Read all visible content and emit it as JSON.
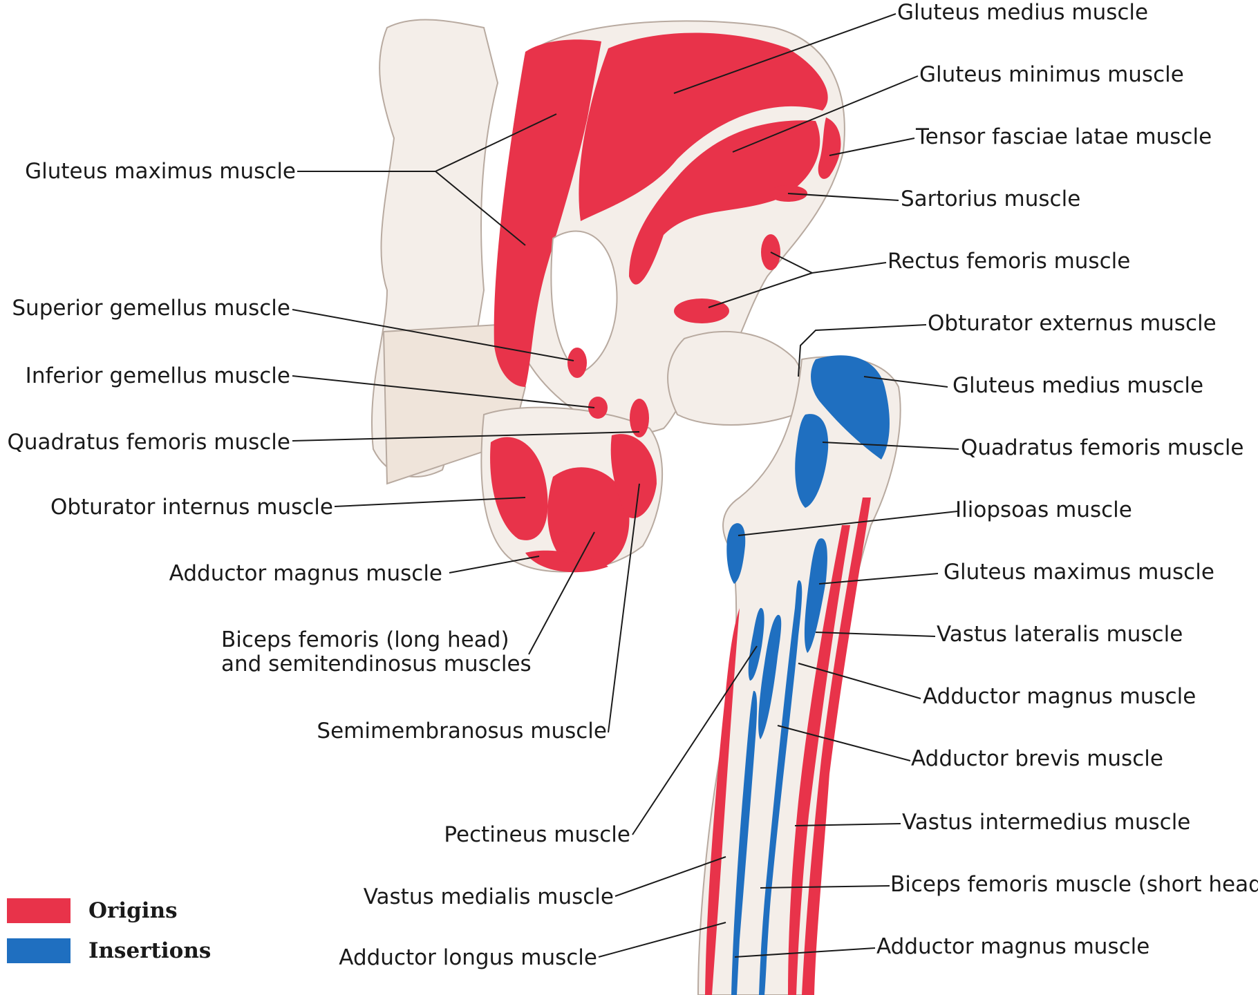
{
  "colors": {
    "origin": "#e8334a",
    "insertion": "#1f6fc0",
    "bone": "#f4eee9",
    "bone_edge": "#b8aaa0",
    "leader": "#1a1a1a"
  },
  "labels_left": [
    {
      "id": "gluteus-maximus",
      "text": "Gluteus maximus muscle"
    },
    {
      "id": "superior-gemellus",
      "text": "Superior gemellus muscle"
    },
    {
      "id": "inferior-gemellus",
      "text": "Inferior gemellus muscle"
    },
    {
      "id": "quadratus-femoris",
      "text": "Quadratus femoris muscle"
    },
    {
      "id": "obturator-internus",
      "text": "Obturator internus muscle"
    },
    {
      "id": "adductor-magnus",
      "text": "Adductor magnus muscle"
    },
    {
      "id": "biceps-semiten-1",
      "text": "Biceps femoris (long head)"
    },
    {
      "id": "biceps-semiten-2",
      "text": "and semitendinosus muscles"
    },
    {
      "id": "semimembranosus",
      "text": "Semimembranosus muscle"
    },
    {
      "id": "pectineus",
      "text": "Pectineus muscle"
    },
    {
      "id": "vastus-medialis",
      "text": "Vastus medialis muscle"
    },
    {
      "id": "adductor-longus",
      "text": "Adductor longus muscle"
    }
  ],
  "labels_right": [
    {
      "id": "gluteus-medius-origin",
      "text": "Gluteus medius muscle"
    },
    {
      "id": "gluteus-minimus",
      "text": "Gluteus minimus muscle"
    },
    {
      "id": "tensor-fasciae-latae",
      "text": "Tensor fasciae latae muscle"
    },
    {
      "id": "sartorius",
      "text": "Sartorius muscle"
    },
    {
      "id": "rectus-femoris",
      "text": "Rectus femoris muscle"
    },
    {
      "id": "obturator-externus",
      "text": "Obturator externus muscle"
    },
    {
      "id": "gluteus-medius-insertion",
      "text": "Gluteus medius muscle"
    },
    {
      "id": "quadratus-femoris-insertion",
      "text": "Quadratus femoris muscle"
    },
    {
      "id": "iliopsoas",
      "text": "Iliopsoas muscle"
    },
    {
      "id": "gluteus-maximus-insertion",
      "text": "Gluteus maximus muscle"
    },
    {
      "id": "vastus-lateralis",
      "text": "Vastus lateralis muscle"
    },
    {
      "id": "adductor-magnus-insertion",
      "text": "Adductor magnus muscle"
    },
    {
      "id": "adductor-brevis",
      "text": "Adductor brevis muscle"
    },
    {
      "id": "vastus-intermedius",
      "text": "Vastus intermedius muscle"
    },
    {
      "id": "biceps-short-head",
      "text": "Biceps femoris muscle (short head)"
    },
    {
      "id": "adductor-magnus-distal",
      "text": "Adductor magnus muscle"
    }
  ],
  "legend": {
    "origins": "Origins",
    "insertions": "Insertions"
  }
}
